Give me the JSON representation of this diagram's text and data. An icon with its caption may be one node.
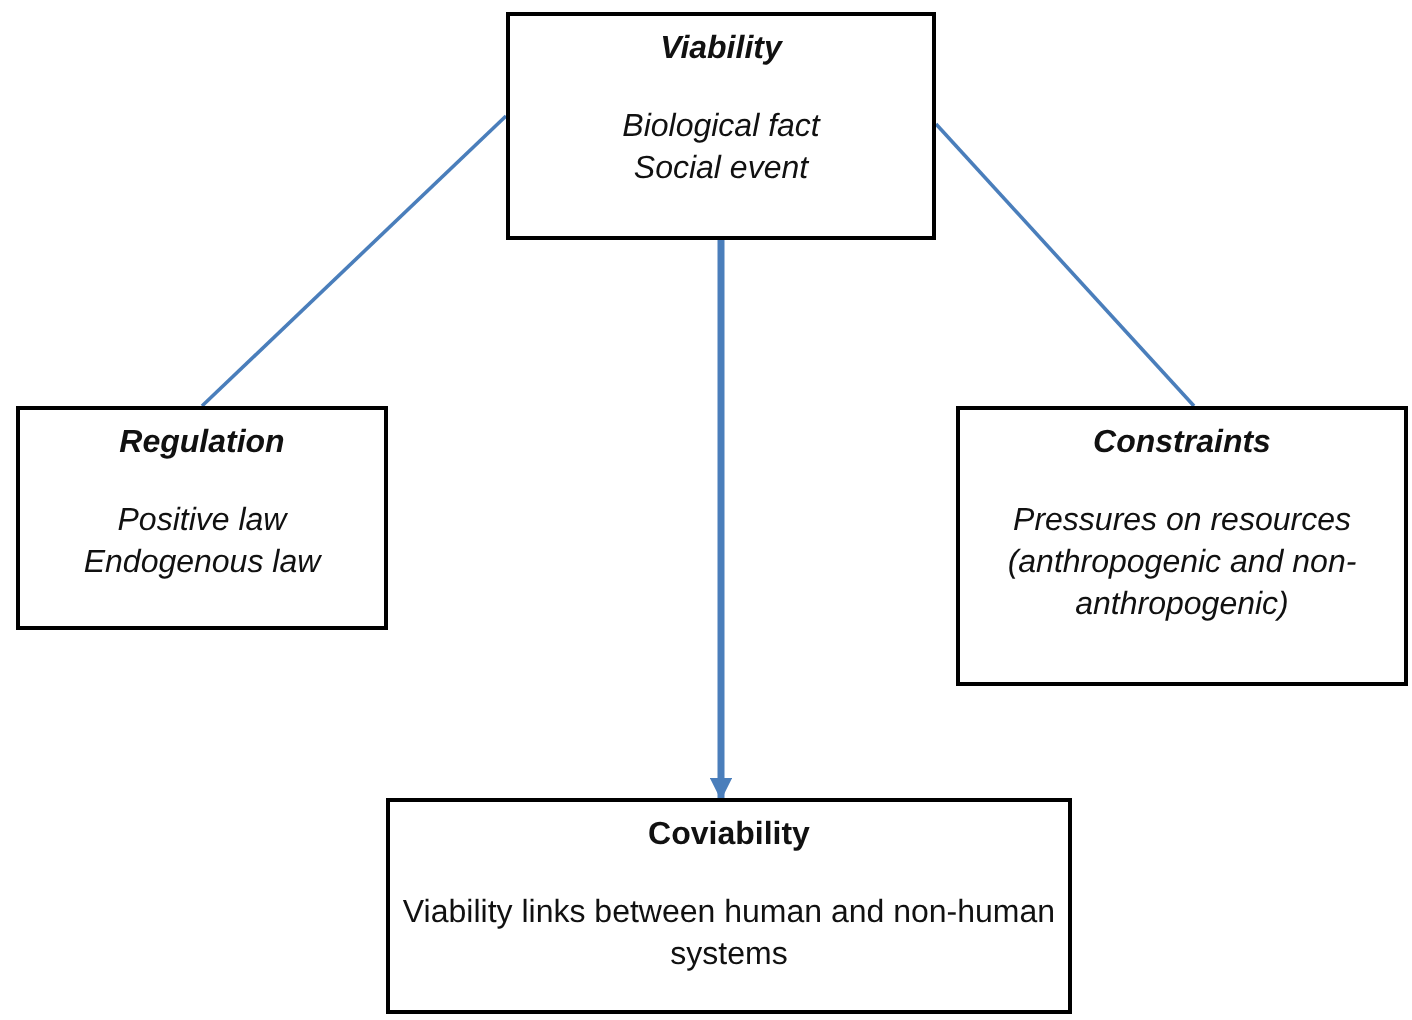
{
  "diagram": {
    "nodes": [
      {
        "text": [
          "Viability",
          "Biological fact",
          "Social event"
        ]
      },
      {
        "text": [
          "Regulation",
          "Positive law",
          "Endogenous law"
        ]
      },
      {
        "text": [
          "Constraints",
          "Pressures on resources (anthropogenic and non-anthropogenic)"
        ]
      },
      {
        "text": [
          "Coviability",
          "Viability links between human and non-human systems"
        ]
      }
    ],
    "edges": [
      {
        "from": 0,
        "to": 1,
        "arrow": "none"
      },
      {
        "from": 0,
        "to": 2,
        "arrow": "none"
      },
      {
        "from": 0,
        "to": 3,
        "arrow": "to",
        "style": "thick"
      }
    ]
  }
}
